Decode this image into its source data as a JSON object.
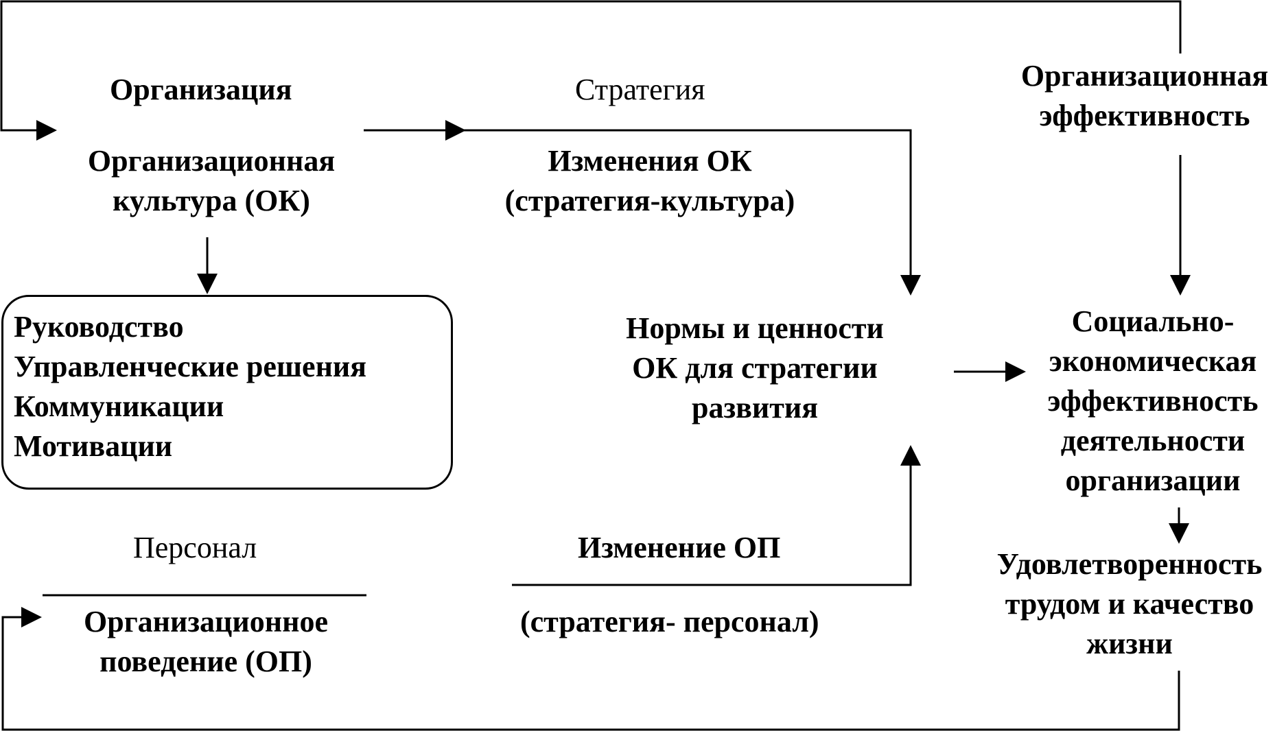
{
  "labels": {
    "organization": "Организация",
    "strategy": "Стратегия",
    "org_effectiveness": [
      "Организационная",
      "эффективность"
    ],
    "org_culture": [
      "Организационная",
      "культура (ОК)"
    ],
    "culture_change": [
      "Изменения ОК",
      "(стратегия-культура)"
    ],
    "box_items": [
      "Руководство",
      "Управленческие решения",
      "Коммуникации",
      "Мотивации"
    ],
    "norms_values": [
      "Нормы и ценности",
      "ОК для стратегии",
      "развития"
    ],
    "socio_economic": [
      "Социально-",
      "экономическая",
      "эффективность",
      "деятельности",
      "организации"
    ],
    "satisfaction": [
      "Удовлетворенность",
      "трудом и качество",
      "жизни"
    ],
    "personnel": "Персонал",
    "behavior_change": "Изменение ОП",
    "behavior_change_sub": "(стратегия- персонал)",
    "org_behavior": [
      "Организационное",
      "поведение (ОП)"
    ]
  }
}
